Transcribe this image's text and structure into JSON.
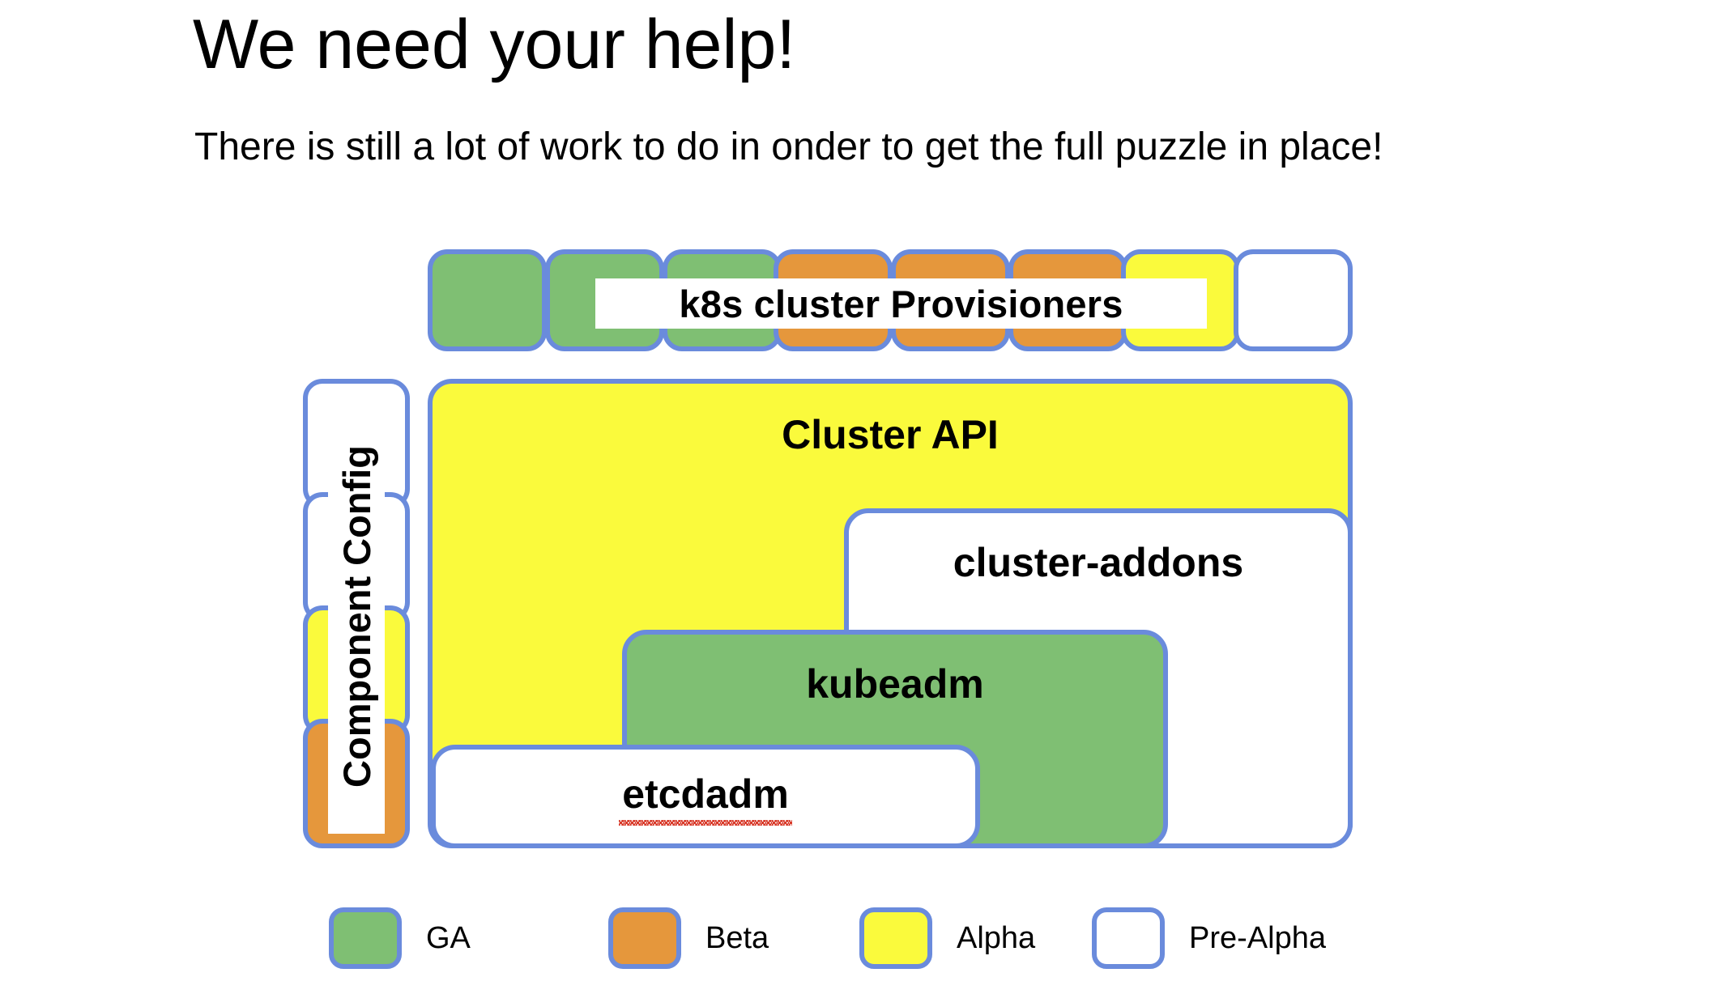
{
  "slide": {
    "title": "We need your help!",
    "subtitle": "There is still a lot of work to do in onder to get the full puzzle in place!"
  },
  "diagram": {
    "provisioners": {
      "banner_label": "k8s cluster Provisioners",
      "tiles": [
        {
          "maturity": "GA"
        },
        {
          "maturity": "GA"
        },
        {
          "maturity": "GA"
        },
        {
          "maturity": "Beta"
        },
        {
          "maturity": "Beta"
        },
        {
          "maturity": "Beta"
        },
        {
          "maturity": "Alpha"
        },
        {
          "maturity": "Pre-Alpha"
        }
      ]
    },
    "component_config": {
      "label": "Component Config",
      "tiles": [
        {
          "maturity": "Pre-Alpha"
        },
        {
          "maturity": "Pre-Alpha"
        },
        {
          "maturity": "Alpha"
        },
        {
          "maturity": "Beta"
        }
      ]
    },
    "boxes": [
      {
        "label": "Cluster API",
        "maturity": "Alpha"
      },
      {
        "label": "cluster-addons",
        "maturity": "Pre-Alpha"
      },
      {
        "label": "kubeadm",
        "maturity": "GA"
      },
      {
        "label": "etcdadm",
        "maturity": "Pre-Alpha",
        "spellcheck_flagged": true
      }
    ]
  },
  "legend": {
    "entries": [
      {
        "label": "GA",
        "color": "#7fbf73"
      },
      {
        "label": "Beta",
        "color": "#e5973c"
      },
      {
        "label": "Alpha",
        "color": "#fafa3c"
      },
      {
        "label": "Pre-Alpha",
        "color": "#ffffff"
      }
    ]
  },
  "colors": {
    "border": "#6a8bdc",
    "ga": "#7fbf73",
    "beta": "#e5973c",
    "alpha": "#fafa3c",
    "prealpha": "#ffffff",
    "text": "#000000",
    "spellcheck_underline": "#d83a2a"
  }
}
